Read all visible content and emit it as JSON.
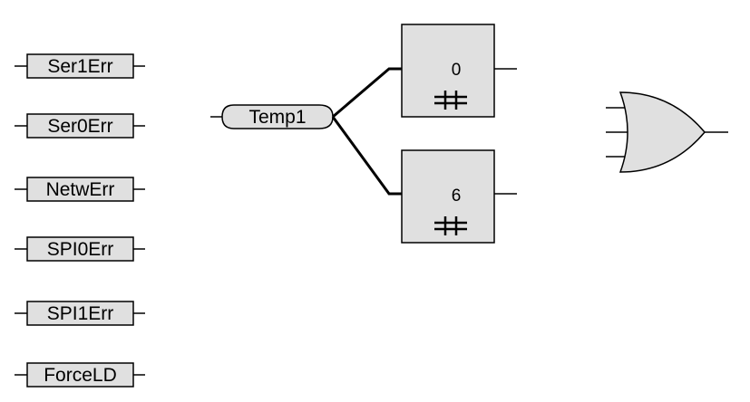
{
  "colors": {
    "background": "#ffffff",
    "fill": "#e0e0e0",
    "stroke": "#000000"
  },
  "inputs": [
    {
      "label": "Ser1Err"
    },
    {
      "label": "Ser0Err"
    },
    {
      "label": "NetwErr"
    },
    {
      "label": "SPI0Err"
    },
    {
      "label": "SPI1Err"
    },
    {
      "label": "ForceLD"
    }
  ],
  "variable": {
    "label": "Temp1"
  },
  "blocks": [
    {
      "value": "0",
      "icon": "not-equal-icon"
    },
    {
      "value": "6",
      "icon": "not-equal-icon"
    }
  ],
  "gate": {
    "type": "or-gate-icon",
    "input_count": 3
  }
}
